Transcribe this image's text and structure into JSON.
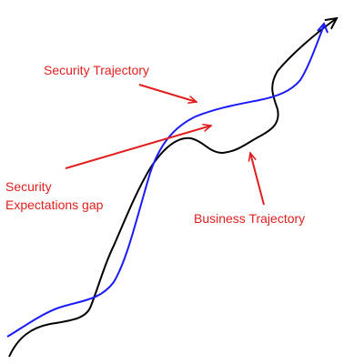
{
  "labels": {
    "security_trajectory": "Security Trajectory",
    "gap_line1": "Security",
    "gap_line2": "Expectations gap",
    "business_trajectory": "Business Trajectory"
  },
  "colors": {
    "security_curve": "#1a1aff",
    "business_curve": "#000000",
    "annotation": "#e02020",
    "background": "#ffffff"
  }
}
